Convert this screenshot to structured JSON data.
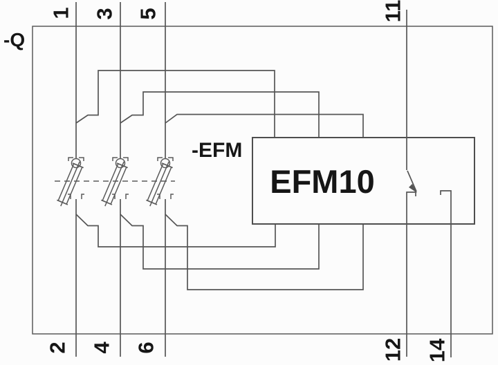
{
  "diagram": {
    "device_tag": "-Q",
    "relay_tag": "-EFM",
    "relay_model": "EFM10",
    "terminals": {
      "top": [
        "1",
        "3",
        "5",
        "11"
      ],
      "bottom": [
        "2",
        "4",
        "6",
        "12",
        "14"
      ]
    }
  },
  "colors": {
    "line": "#555555",
    "text": "#161616",
    "background": "#fcfcfc"
  }
}
